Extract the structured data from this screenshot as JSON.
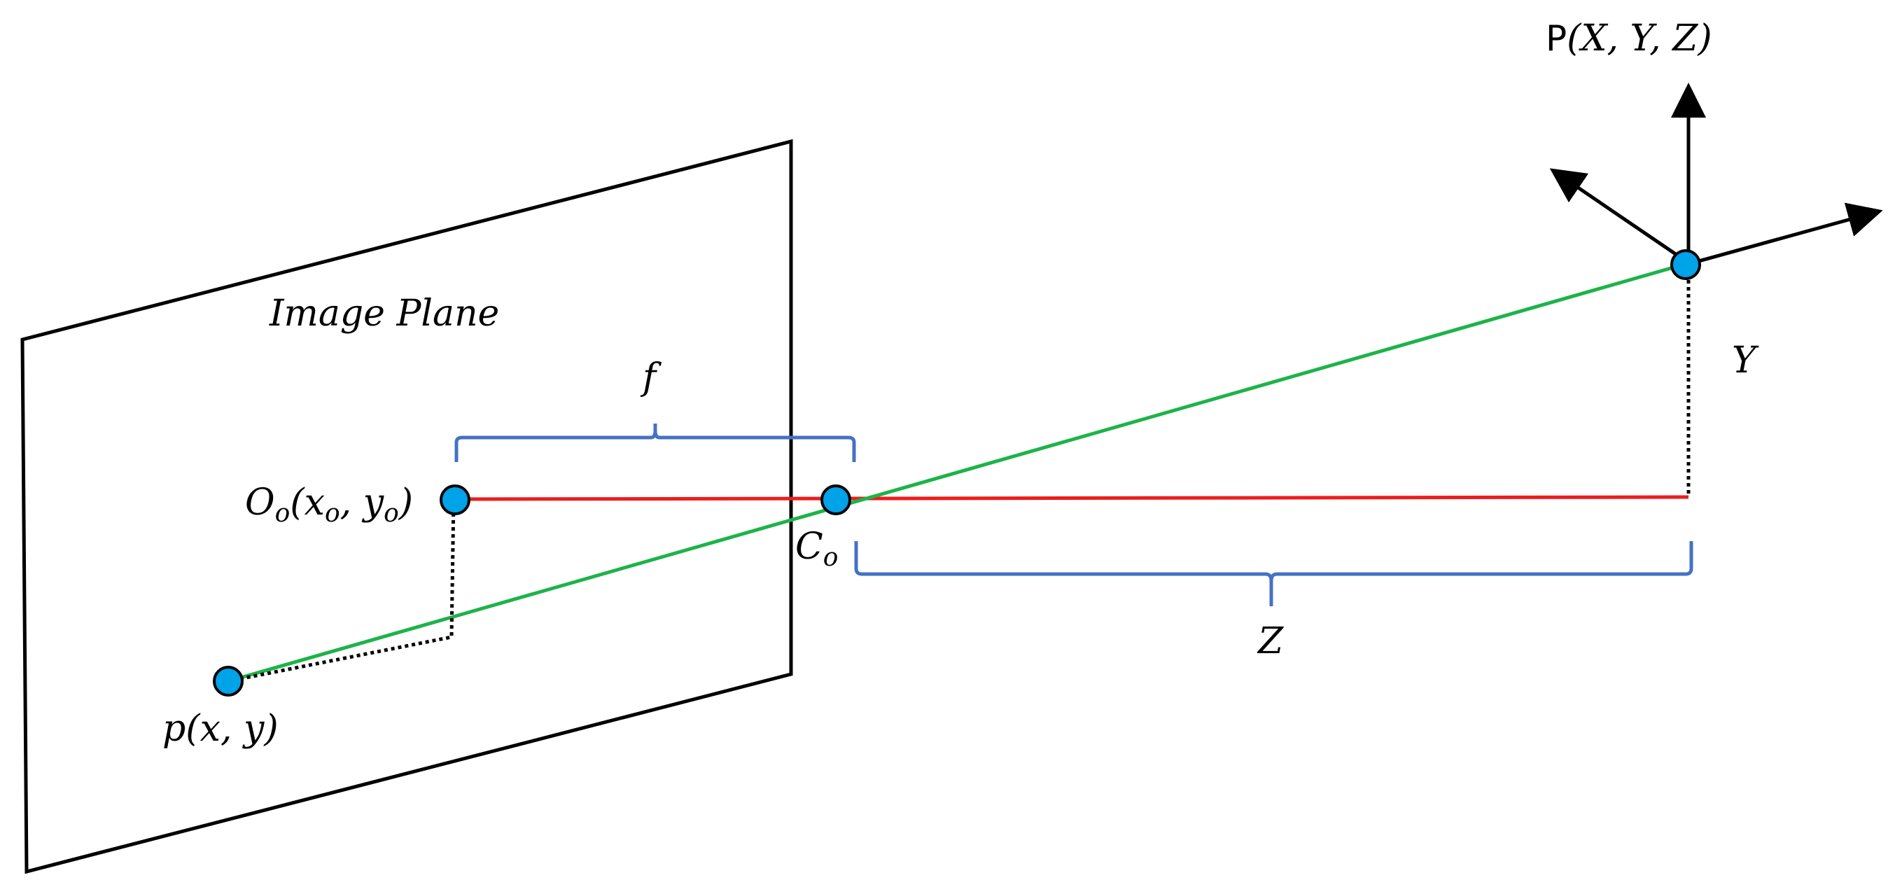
{
  "labels": {
    "image_plane": "Image Plane",
    "focal_length": "f",
    "depth": "Z",
    "height": "Y",
    "principal_point_main": "O",
    "principal_point_sub": "o",
    "principal_point_coords_open": "(x",
    "principal_point_coords_mid": ", y",
    "principal_point_coords_close": ")",
    "camera_center_main": "C",
    "camera_center_sub": "o",
    "image_point": "p(x, y)",
    "world_point_prefix": "P",
    "world_point_coords": "(X, Y, Z)"
  },
  "colors": {
    "optical_axis": "#ee1c1c",
    "projection_ray": "#1db34a",
    "brace": "#4472c4",
    "point_fill": "#00a2e8",
    "outline": "#000000"
  }
}
